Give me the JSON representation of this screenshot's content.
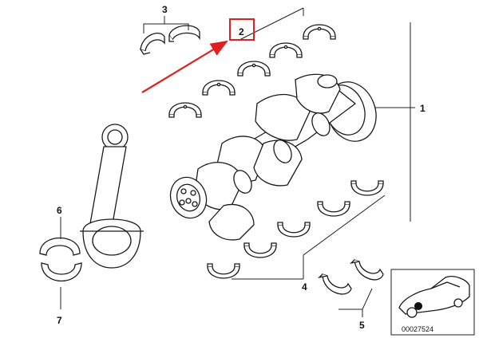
{
  "callouts": {
    "crankshaft": "1",
    "main_bearing_shells_top": "2",
    "thrust_shells_top": "3",
    "main_bearing_shells_bottom": "4",
    "thrust_shells_bottom": "5",
    "rod_bearing_shell_top": "6",
    "rod_bearing_shell_bottom": "7"
  },
  "inset": {
    "reference_number": "00027524"
  },
  "highlight": {
    "target": "2",
    "color": "#e02020"
  }
}
